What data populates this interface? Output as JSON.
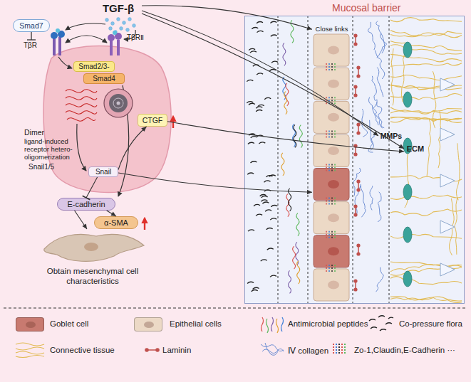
{
  "diagram": {
    "nodes": [
      {
        "text": [
          "TGF-β"
        ]
      },
      {
        "text": [
          "Smad7"
        ]
      },
      {
        "text": [
          "Dimer",
          "ligand-induced receptor hetero-oligomerization"
        ]
      },
      {
        "text": [
          "Smad2/3-",
          "Smad4"
        ],
        "in": 2
      },
      {
        "text": [
          "Snail"
        ],
        "in": 2
      },
      {
        "text": [
          "CTGF"
        ]
      },
      {
        "text": [
          "E-cadherin"
        ]
      },
      {
        "text": [
          "α-SMA"
        ]
      },
      {
        "text": [
          "Obtain mesenchymal cell characteristics"
        ]
      },
      {
        "text": [
          "Mucosal barrier"
        ]
      },
      {
        "text": [
          "Close links"
        ],
        "in": 9
      },
      {
        "text": [
          "MMPs"
        ],
        "in": 9
      },
      {
        "text": [
          "ECM"
        ],
        "in": 9
      }
    ],
    "edges": [
      {
        "from": 4,
        "to": 6,
        "arrow": "to"
      },
      {
        "from": 4,
        "to": 5,
        "arrow": "to"
      },
      {
        "from": 6,
        "to": 7,
        "arrow": "to"
      },
      {
        "from": 6,
        "to": 8,
        "arrow": "to"
      },
      {
        "from": 0,
        "to": 10,
        "arrow": "to"
      },
      {
        "from": 0,
        "to": 11,
        "arrow": "to"
      },
      {
        "from": 0,
        "to": 12,
        "arrow": "to"
      },
      {
        "from": 5,
        "to": 12,
        "arrow": "to"
      },
      {
        "from": 4,
        "to": 10,
        "arrow": "to"
      }
    ],
    "labels": [
      "TβR",
      "TβRⅡ",
      "Snail1/5"
    ],
    "legend": [
      {
        "text": "Goblet cell",
        "color": "#c87a70"
      },
      {
        "text": "Epithelial cells",
        "color": "#ecd9c6"
      },
      {
        "text": "Antimicrobial peptides"
      },
      {
        "text": "Co-pressure flora"
      },
      {
        "text": "Connective tissue"
      },
      {
        "text": "Laminin"
      },
      {
        "text": "Ⅳ collagen"
      },
      {
        "text": "Zo-1,Claudin,E-Cadherin ···"
      }
    ]
  }
}
